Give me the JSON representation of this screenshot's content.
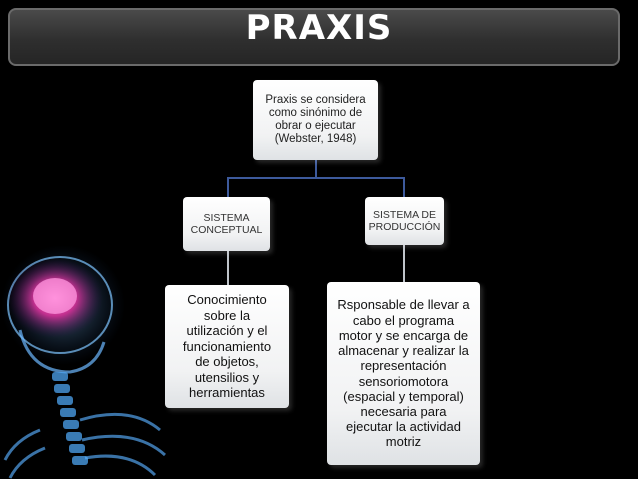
{
  "title": "PRAXIS",
  "nodes": {
    "root": "Praxis se considera\ncomo sinónimo de\nobrar o ejecutar\n(Webster, 1948)",
    "conceptual": "SISTEMA\nCONCEPTUAL",
    "produccion": "SISTEMA DE\nPRODUCCIÓN",
    "conocimiento": "Conocimiento\nsobre la\nutilización y el\nfuncionamiento\nde objetos,\nutensilios y\nherramientas",
    "responsable": "Rsponsable de llevar a\ncabo el programa\nmotor y se encarga de\nalmacenar y realizar la\nrepresentación\nsensoriomotora\n(espacial y temporal)\nnecesaria para\nejecutar la actividad\nmotriz"
  },
  "colors": {
    "background": "#000000",
    "connector": "#3d5a9c",
    "title_text": "#ffffff",
    "brain_glow": "#e040a0",
    "skeleton_glow": "#5ab0ff"
  }
}
